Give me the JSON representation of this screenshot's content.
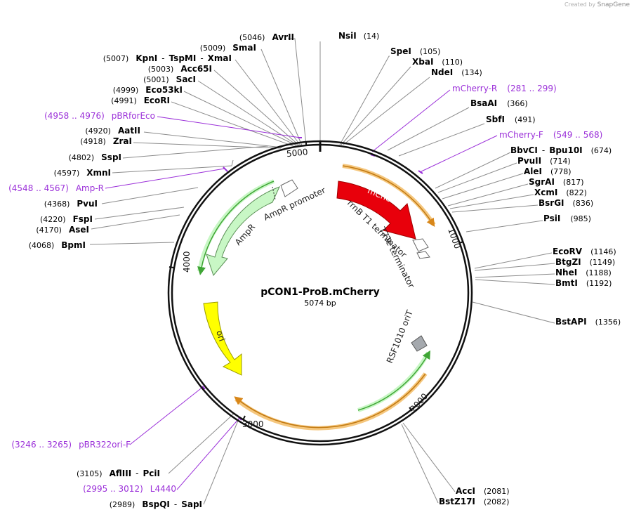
{
  "credit": {
    "prefix": "Created by",
    "brand": "SnapGene"
  },
  "plasmid": {
    "name": "pCON1-ProB.mCherry",
    "size_label": "5074 bp"
  },
  "ticks": [
    "1000",
    "2000",
    "3000",
    "4000",
    "5000"
  ],
  "colors": {
    "primer": "#9b30d9",
    "mcherry": "#e8000b",
    "ampr": "#c8f7c5",
    "ori": "#ffff00",
    "orange": "#f5a623",
    "green": "#3fa535"
  },
  "features": {
    "mcherry": "mCherry",
    "rrnb": "rrnB T1 terminator",
    "t7te": "T7Te terminator",
    "rsf": "RSF1010 oriT",
    "ampr": "AmpR",
    "ampr_promoter": "AmpR promoter",
    "ori": "ori"
  },
  "sites": [
    {
      "id": "nsii",
      "name": "NsiI",
      "pos": "(14)"
    },
    {
      "id": "spei",
      "name": "SpeI",
      "pos": "(105)"
    },
    {
      "id": "xbai",
      "name": "XbaI",
      "pos": "(110)"
    },
    {
      "id": "ndei",
      "name": "NdeI",
      "pos": "(134)"
    },
    {
      "id": "bsaai",
      "name": "BsaAI",
      "pos": "(366)"
    },
    {
      "id": "sbfi",
      "name": "SbfI",
      "pos": "(491)"
    },
    {
      "id": "bbvci",
      "name": "BbvCI",
      "name2": "Bpu10I",
      "pos": "(674)"
    },
    {
      "id": "pvuii",
      "name": "PvuII",
      "pos": "(714)"
    },
    {
      "id": "alei",
      "name": "AleI",
      "pos": "(778)"
    },
    {
      "id": "sgrai",
      "name": "SgrAI",
      "pos": "(817)"
    },
    {
      "id": "xcmi",
      "name": "XcmI",
      "pos": "(822)"
    },
    {
      "id": "bsrgi",
      "name": "BsrGI",
      "pos": "(836)"
    },
    {
      "id": "psii",
      "name": "PsiI",
      "pos": "(985)"
    },
    {
      "id": "ecorv",
      "name": "EcoRV",
      "pos": "(1146)"
    },
    {
      "id": "btgzi",
      "name": "BtgZI",
      "pos": "(1149)"
    },
    {
      "id": "nhei",
      "name": "NheI",
      "pos": "(1188)"
    },
    {
      "id": "bmti",
      "name": "BmtI",
      "pos": "(1192)"
    },
    {
      "id": "bstapi",
      "name": "BstAPI",
      "pos": "(1356)"
    },
    {
      "id": "acci",
      "name": "AccI",
      "pos": "(2081)"
    },
    {
      "id": "bstz17i",
      "name": "BstZ17I",
      "pos": "(2082)"
    },
    {
      "id": "avrii",
      "name": "AvrII",
      "pos": "(5046)"
    },
    {
      "id": "smai",
      "name": "SmaI",
      "pos": "(5009)"
    },
    {
      "id": "kpni",
      "name": "KpnI",
      "name2": "TspMI",
      "name3": "XmaI",
      "pos": "(5007)"
    },
    {
      "id": "acc65i",
      "name": "Acc65I",
      "pos": "(5003)"
    },
    {
      "id": "saci",
      "name": "SacI",
      "pos": "(5001)"
    },
    {
      "id": "eco53ki",
      "name": "Eco53kI",
      "pos": "(4999)"
    },
    {
      "id": "ecori",
      "name": "EcoRI",
      "pos": "(4991)"
    },
    {
      "id": "aatii",
      "name": "AatII",
      "pos": "(4920)"
    },
    {
      "id": "zrai",
      "name": "ZraI",
      "pos": "(4918)"
    },
    {
      "id": "sspi",
      "name": "SspI",
      "pos": "(4802)"
    },
    {
      "id": "xmni",
      "name": "XmnI",
      "pos": "(4597)"
    },
    {
      "id": "pvui",
      "name": "PvuI",
      "pos": "(4368)"
    },
    {
      "id": "fspi",
      "name": "FspI",
      "pos": "(4220)"
    },
    {
      "id": "asei",
      "name": "AseI",
      "pos": "(4170)"
    },
    {
      "id": "bpmi",
      "name": "BpmI",
      "pos": "(4068)"
    },
    {
      "id": "afliii",
      "name": "AflIII",
      "name2": "PciI",
      "pos": "(3105)"
    },
    {
      "id": "bspqi",
      "name": "BspQI",
      "name2": "SapI",
      "pos": "(2989)"
    }
  ],
  "primers": [
    {
      "id": "mcherry_r",
      "name": "mCherry-R",
      "range": "(281 .. 299)"
    },
    {
      "id": "mcherry_f",
      "name": "mCherry-F",
      "range": "(549 .. 568)"
    },
    {
      "id": "pbrforeco",
      "name": "pBRforEco",
      "range": "(4958 .. 4976)"
    },
    {
      "id": "amp_r",
      "name": "Amp-R",
      "range": "(4548 .. 4567)"
    },
    {
      "id": "pbr322ori_f",
      "name": "pBR322ori-F",
      "range": "(3246 .. 3265)"
    },
    {
      "id": "l4440",
      "name": "L4440",
      "range": "(2995 .. 3012)"
    }
  ]
}
